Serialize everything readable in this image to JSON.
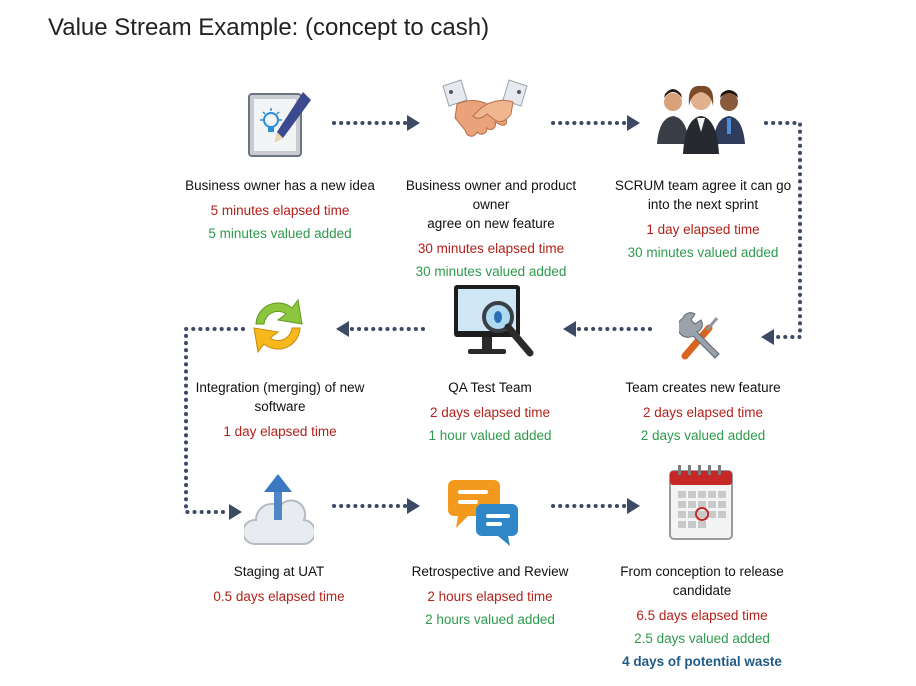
{
  "title": "Value Stream Example: (concept to cash)",
  "colors": {
    "elapsed": "#b3211b",
    "valued": "#2e9a4d",
    "waste": "#1f5a86",
    "arrow": "#3d4a66"
  },
  "steps": [
    {
      "id": "idea",
      "icon": "idea-notepad-icon",
      "label": "Business owner has a new idea",
      "elapsed": "5 minutes elapsed time",
      "valued": "5 minutes valued added"
    },
    {
      "id": "agree",
      "icon": "handshake-icon",
      "label": "Business owner and product owner\nagree on new feature",
      "elapsed": "30 minutes elapsed time",
      "valued": "30 minutes valued added"
    },
    {
      "id": "scrum",
      "icon": "team-people-icon",
      "label": "SCRUM team agree it can go into the next sprint",
      "elapsed": "1 day elapsed time",
      "valued": "30 minutes valued added"
    },
    {
      "id": "create",
      "icon": "tools-icon",
      "label": "Team creates new feature",
      "elapsed": "2 days elapsed time",
      "valued": "2 days valued added"
    },
    {
      "id": "qa",
      "icon": "monitor-magnifier-icon",
      "label": "QA Test Team",
      "elapsed": "2 days elapsed time",
      "valued": "1 hour valued added"
    },
    {
      "id": "integration",
      "icon": "refresh-arrows-icon",
      "label": "Integration (merging) of new software",
      "elapsed": "1 day elapsed time"
    },
    {
      "id": "staging",
      "icon": "cloud-upload-icon",
      "label": "Staging at UAT",
      "elapsed": "0.5 days elapsed time"
    },
    {
      "id": "retro",
      "icon": "chat-bubbles-icon",
      "label": "Retrospective and Review",
      "elapsed": "2 hours elapsed time",
      "valued": "2 hours valued added"
    },
    {
      "id": "release",
      "icon": "calendar-icon",
      "label": "From conception to release candidate",
      "elapsed": "6.5 days elapsed time",
      "valued": "2.5 days valued added",
      "waste": "4 days of potential waste"
    }
  ]
}
